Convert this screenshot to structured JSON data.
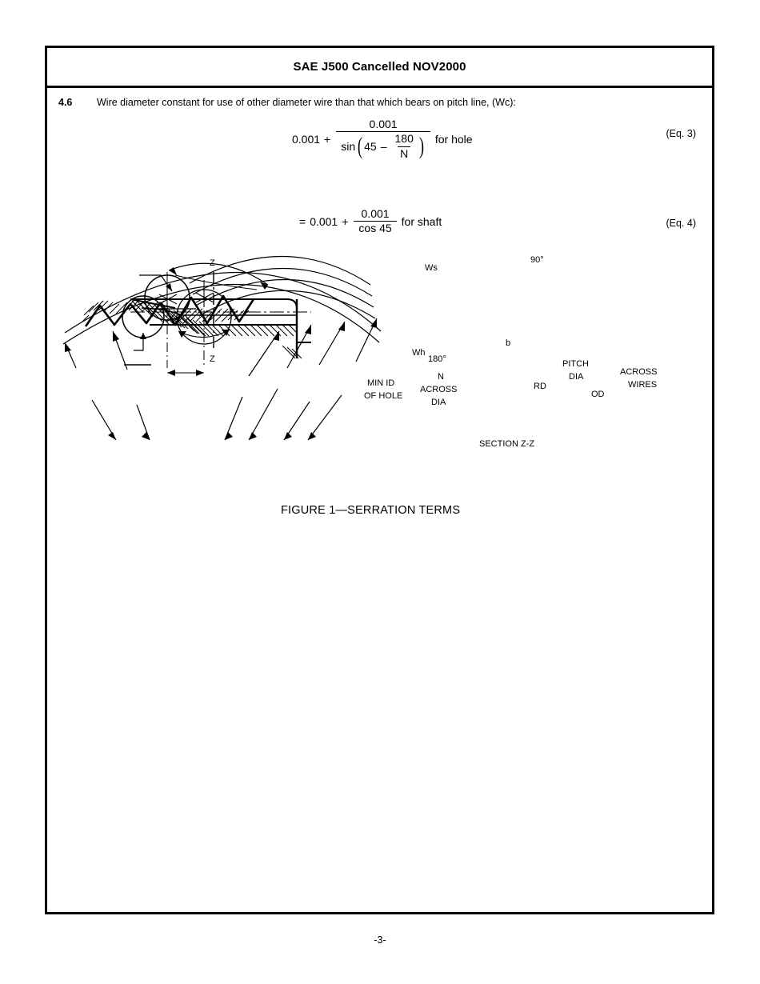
{
  "header": {
    "title": "SAE J500 Cancelled NOV2000"
  },
  "clause": {
    "number": "4.6",
    "text": "Wire diameter constant for use of other diameter wire than that which bears on pitch line, (Wc):"
  },
  "equations": [
    {
      "id": "eq3",
      "label": "(Eq. 3)",
      "lead": "0.001",
      "operator": "+",
      "numerator": "0.001",
      "denominator_fn": "sin",
      "denominator_inner_lead": "45",
      "denominator_inner_op": "–",
      "denominator_inner_num": "180",
      "denominator_inner_den": "N",
      "suffix": "for hole"
    },
    {
      "id": "eq4",
      "label": "(Eq. 4)",
      "equals": "=",
      "lead": "0.001",
      "operator": "+",
      "numerator": "0.001",
      "denominator": "cos 45",
      "suffix": "for shaft"
    }
  ],
  "figure": {
    "caption": "FIGURE 1—SERRATION TERMS",
    "section_label_top": "Z",
    "section_label_bottom": "Z",
    "section_view_title": "SECTION Z-Z",
    "labels": {
      "wire_shaft": "Ws",
      "wire_hole": "Wh",
      "angle": "90°",
      "tooth_width": "b",
      "min_id_of_hole_line1": "MIN ID",
      "min_id_of_hole_line2": "OF HOLE",
      "across_dia_line1": "ACROSS",
      "across_dia_line2": "DIA",
      "angle_frac_num": "180°",
      "angle_frac_den": "N",
      "root_dia": "RD",
      "pitch_dia_line1": "PITCH",
      "pitch_dia_line2": "DIA",
      "outside_dia": "OD",
      "across_wires_line1": "ACROSS",
      "across_wires_line2": "WIRES"
    }
  },
  "footer": {
    "page_number": "-3-"
  }
}
